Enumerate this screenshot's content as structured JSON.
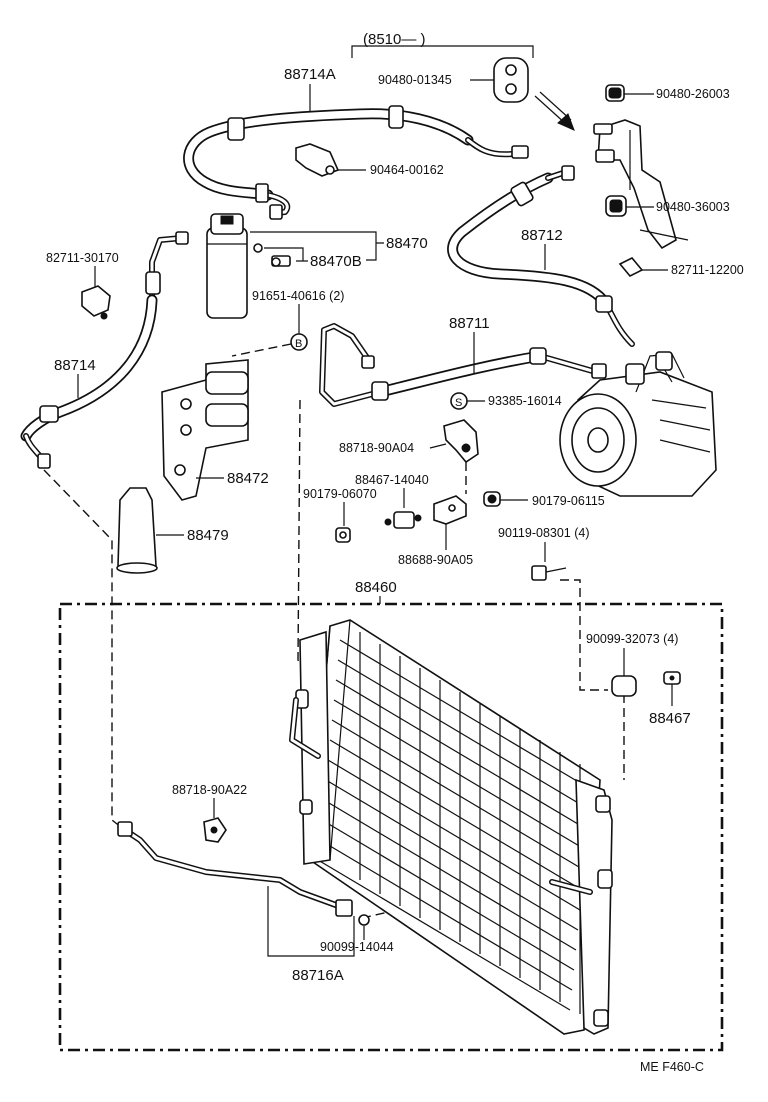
{
  "diagram": {
    "group_label": "(8510—      )",
    "footer_code": "ME  F460-C"
  },
  "parts": {
    "hose_88714A": "88714A",
    "grommet_90480_01345": "90480-01345",
    "plug_90480_26003": "90480-26003",
    "clamp_90464_00162": "90464-00162",
    "plug_90480_36003": "90480-36003",
    "receiver_88470": "88470",
    "kit_88470B": "88470B",
    "clamp_82711_30170": "82711-30170",
    "hose_88712": "88712",
    "clip_82711_12200": "82711-12200",
    "oring_91651_40616": "91651-40616 (2)",
    "pipe_88711": "88711",
    "pipe_88714": "88714",
    "bracket_88472": "88472",
    "seal_93385_16014": "93385-16014",
    "clamp_88718_90A04": "88718-90A04",
    "bracket_88467_14040": "88467-14040",
    "nut_90179_06070": "90179-06070",
    "nut_90179_06115": "90179-06115",
    "clamp_88688_90A05": "88688-90A05",
    "bolt_90119_08301": "90119-08301 (4)",
    "cover_88479": "88479",
    "condenser_88460": "88460",
    "cushion_90099_32073": "90099-32073 (4)",
    "cushion_88467": "88467",
    "clamp_88718_90A22": "88718-90A22",
    "oring_90099_14044": "90099-14044",
    "pipe_88716A": "88716A"
  },
  "markers": {
    "b_mark": "B",
    "s_mark": "S"
  }
}
